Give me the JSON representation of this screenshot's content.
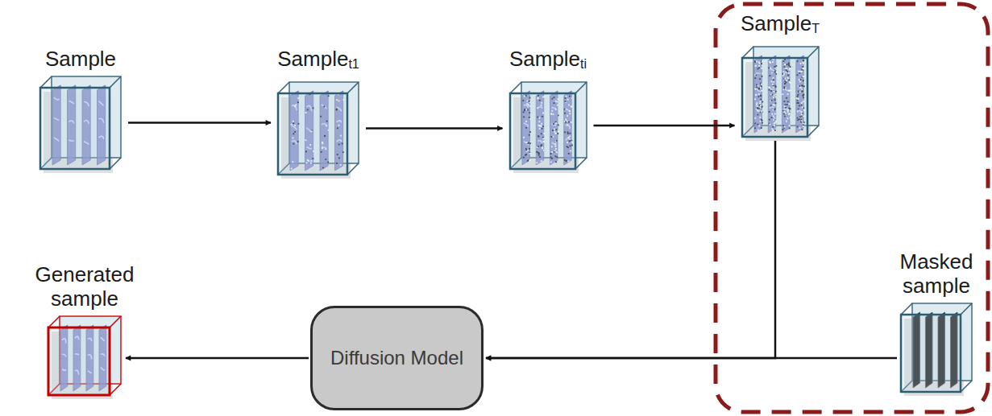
{
  "diagram": {
    "nodes": [
      {
        "text": [
          "Sample"
        ]
      },
      {
        "text": [
          "Samplet1"
        ]
      },
      {
        "text": [
          "Sampleti"
        ]
      },
      {
        "text": [
          "SampleT"
        ]
      },
      {
        "text": [
          "Generated sample"
        ]
      },
      {
        "text": [
          "Diffusion Model"
        ]
      },
      {
        "text": [
          "Masked sample"
        ]
      }
    ],
    "edges": [
      {
        "from": 0,
        "to": 1,
        "arrow": "to"
      },
      {
        "from": 1,
        "to": 2,
        "arrow": "to"
      },
      {
        "from": 2,
        "to": 3,
        "arrow": "to"
      },
      {
        "from": 3,
        "to": 5,
        "arrow": "to"
      },
      {
        "from": 6,
        "to": 5,
        "arrow": "to"
      },
      {
        "from": 5,
        "to": 4,
        "arrow": "to"
      }
    ]
  }
}
